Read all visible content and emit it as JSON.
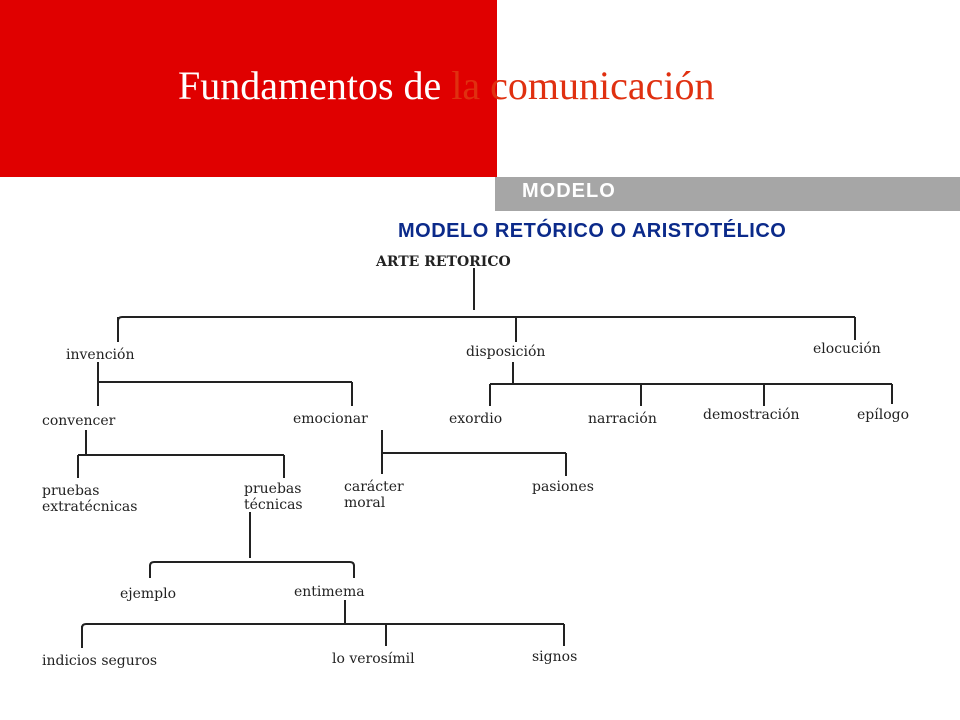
{
  "header": {
    "title_part1": "Fundamentos de",
    "title_part2": "la comunicación",
    "section_label": "MODELO",
    "subtitle": "MODELO RETÓRICO O ARISTOTÉLICO"
  },
  "diagram": {
    "root": "ARTE RETORICO",
    "level1": [
      "invención",
      "disposición",
      "elocución"
    ],
    "invencion_children": [
      "convencer",
      "emocionar"
    ],
    "disposicion_children": [
      "exordio",
      "narración",
      "demostración",
      "epílogo"
    ],
    "convencer_children": [
      [
        "pruebas",
        "extratécnicas"
      ],
      [
        "pruebas",
        "técnicas"
      ]
    ],
    "emocionar_children": [
      [
        "carácter",
        "moral"
      ],
      [
        "pasiones"
      ]
    ],
    "tecnicas_children": [
      "ejemplo",
      "entimema"
    ],
    "entimema_children": [
      "indicios seguros",
      "lo verosímil",
      "signos"
    ]
  },
  "colors": {
    "brand_red": "#e00000",
    "title_red": "#e03010",
    "gray_bar": "#a6a6a6",
    "subtitle_blue": "#0b2a8a"
  }
}
